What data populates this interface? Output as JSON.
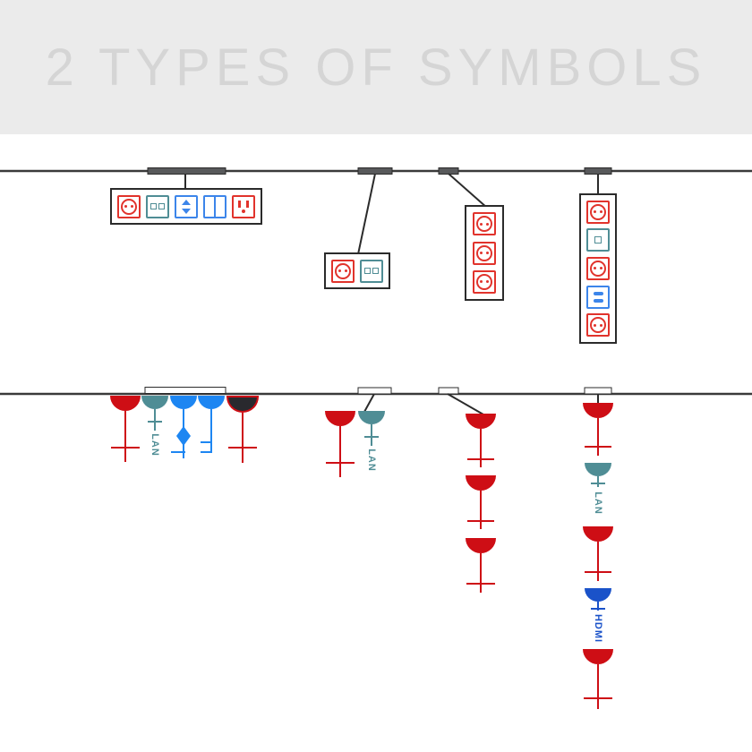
{
  "title": "2 TYPES OF SYMBOLS",
  "labels": {
    "lan": "LAN",
    "hdmi": "HDMI"
  },
  "colors": {
    "band_bg": "#ebebeb",
    "title_color": "#d5d5d5",
    "line_color": "#3a3a3a",
    "box_border": "#2b2b2b",
    "tab_fill": "#58595b",
    "red_outlet": "#e1332c",
    "red_symbol": "#ce0e15",
    "teal": "#4f8d95",
    "blue_outlet": "#3c85ea",
    "blue_symbol": "#1d86f2",
    "hdmi_blue": "#1a52c9",
    "dark_fill": "#29292e"
  },
  "top_row": {
    "groups": [
      {
        "orientation": "horizontal",
        "modules": [
          "power-socket",
          "data-double",
          "blinds-switch",
          "double-switch",
          "us-socket"
        ]
      },
      {
        "orientation": "horizontal",
        "modules": [
          "power-socket",
          "data-double"
        ]
      },
      {
        "orientation": "vertical",
        "modules": [
          "power-socket",
          "power-socket",
          "power-socket"
        ]
      },
      {
        "orientation": "vertical",
        "modules": [
          "power-socket",
          "data-single",
          "power-socket",
          "usb-ports",
          "power-socket"
        ]
      }
    ]
  },
  "bottom_row": {
    "groups": [
      {
        "symbols": [
          "power-socket",
          "lan-socket",
          "blinds-control",
          "switch",
          "special-socket"
        ]
      },
      {
        "symbols": [
          "power-socket",
          "lan-socket"
        ]
      },
      {
        "symbols": [
          "power-socket",
          "power-socket",
          "power-socket"
        ]
      },
      {
        "symbols": [
          "power-socket",
          "lan-socket",
          "power-socket",
          "hdmi-socket",
          "power-socket"
        ]
      }
    ]
  }
}
